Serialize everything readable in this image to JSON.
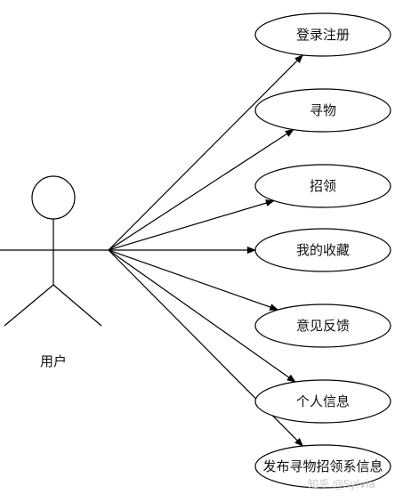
{
  "actor": {
    "label": "用户"
  },
  "use_cases": [
    {
      "label": "登录注册"
    },
    {
      "label": "寻物"
    },
    {
      "label": "招领"
    },
    {
      "label": "我的收藏"
    },
    {
      "label": "意见反馈"
    },
    {
      "label": "个人信息"
    },
    {
      "label": "发布寻物招领系信息"
    }
  ],
  "watermark": {
    "text": "知乎 @Sylvia",
    "color": "#c8c8c8"
  },
  "colors": {
    "line": "#000000",
    "background": "#ffffff"
  }
}
